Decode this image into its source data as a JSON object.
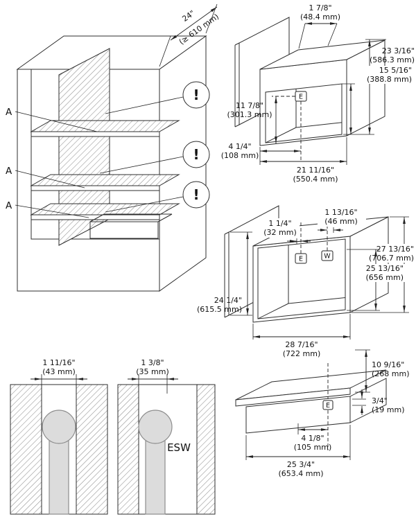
{
  "cabinet": {
    "depth_in": "24\"",
    "depth_mm": "(≥ 610 mm)",
    "section_label_1": "A",
    "section_label_2": "A",
    "section_label_3": "A",
    "warning_glyph": "!"
  },
  "oven_niche": {
    "connection_e": "E",
    "top_recess_in": "1 7/8\"",
    "top_recess_mm": "(48.4 mm)",
    "height_total_in": "23 3/16\"",
    "height_total_mm": "(586.3 mm)",
    "height_inner_in": "15 5/16\"",
    "height_inner_mm": "(388.8 mm)",
    "e_height_in": "11 7/8\"",
    "e_height_mm": "(301.3 mm)",
    "e_offset_in": "4 1/4\"",
    "e_offset_mm": "(108 mm)",
    "width_in": "21 11/16\"",
    "width_mm": "(550.4 mm)"
  },
  "combi_niche": {
    "connection_e": "E",
    "connection_w": "W",
    "e_offset_in": "1 1/4\"",
    "e_offset_mm": "(32 mm)",
    "w_offset_in": "1 13/16\"",
    "w_offset_mm": "(46 mm)",
    "height_total_in": "27 13/16\"",
    "height_total_mm": "(706.7 mm)",
    "height_inner_in": "25 13/16\"",
    "height_inner_mm": "(656 mm)",
    "depth_in": "24 1/4\"",
    "depth_mm": "(615.5 mm)",
    "width_in": "28 7/16\"",
    "width_mm": "(722 mm)"
  },
  "wall_detail_left": {
    "clearance_in": "1 11/16\"",
    "clearance_mm": "(43 mm)"
  },
  "wall_detail_right": {
    "clearance_in": "1 3/8\"",
    "clearance_mm": "(35 mm)",
    "appliance_label": "ESW"
  },
  "drawer_niche": {
    "connection_e": "E",
    "height_in": "10 9/16\"",
    "height_mm": "(268 mm)",
    "gap_in": "3/4\"",
    "gap_mm": "(19 mm)",
    "e_offset_in": "4 1/8\"",
    "e_offset_mm": "(105 mm)",
    "width_in": "25 3/4\"",
    "width_mm": "(653.4 mm)"
  }
}
